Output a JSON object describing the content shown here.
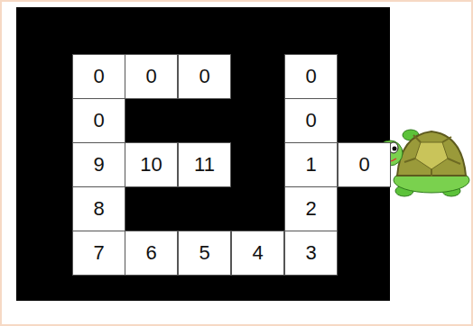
{
  "diagram": {
    "nodes": [
      {
        "text": [
          "0"
        ]
      },
      {
        "text": [
          "0"
        ]
      },
      {
        "text": [
          "0"
        ]
      },
      {
        "text": [
          "0"
        ]
      },
      {
        "text": [
          "0"
        ]
      },
      {
        "text": [
          "0"
        ]
      },
      {
        "text": [
          "9"
        ]
      },
      {
        "text": [
          "10"
        ]
      },
      {
        "text": [
          "11"
        ]
      },
      {
        "text": [
          "1"
        ]
      },
      {
        "text": [
          "0"
        ]
      },
      {
        "text": [
          "8"
        ]
      },
      {
        "text": [
          "2"
        ]
      },
      {
        "text": [
          "7"
        ]
      },
      {
        "text": [
          "6"
        ]
      },
      {
        "text": [
          "5"
        ]
      },
      {
        "text": [
          "4"
        ]
      },
      {
        "text": [
          "3"
        ]
      }
    ]
  }
}
